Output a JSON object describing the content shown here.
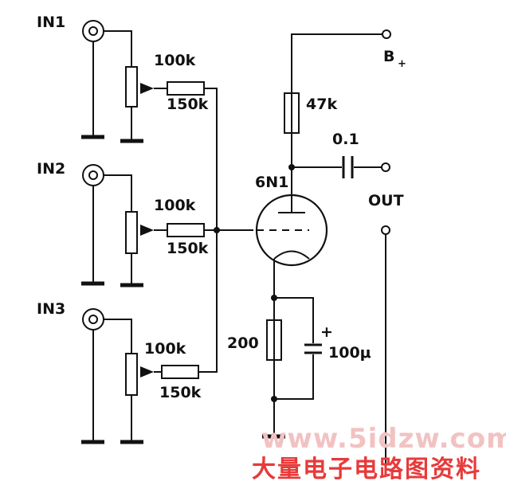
{
  "inputs": [
    {
      "label": "IN1",
      "pot_value": "100k",
      "resistor_value": "150k"
    },
    {
      "label": "IN2",
      "pot_value": "100k",
      "resistor_value": "150k"
    },
    {
      "label": "IN3",
      "pot_value": "100k",
      "resistor_value": "150k"
    }
  ],
  "tube": {
    "label": "6N1"
  },
  "plate_resistor": {
    "value": "47k"
  },
  "supply": {
    "label": "B",
    "sign": "+"
  },
  "coupling_capacitor": {
    "value": "0.1"
  },
  "output": {
    "label": "OUT"
  },
  "cathode_resistor": {
    "value": "200"
  },
  "bypass_capacitor": {
    "value": "100μ",
    "polarity": "+"
  },
  "watermark": {
    "site": "www.5idzw.com",
    "title": "大量电子电路图资料"
  }
}
